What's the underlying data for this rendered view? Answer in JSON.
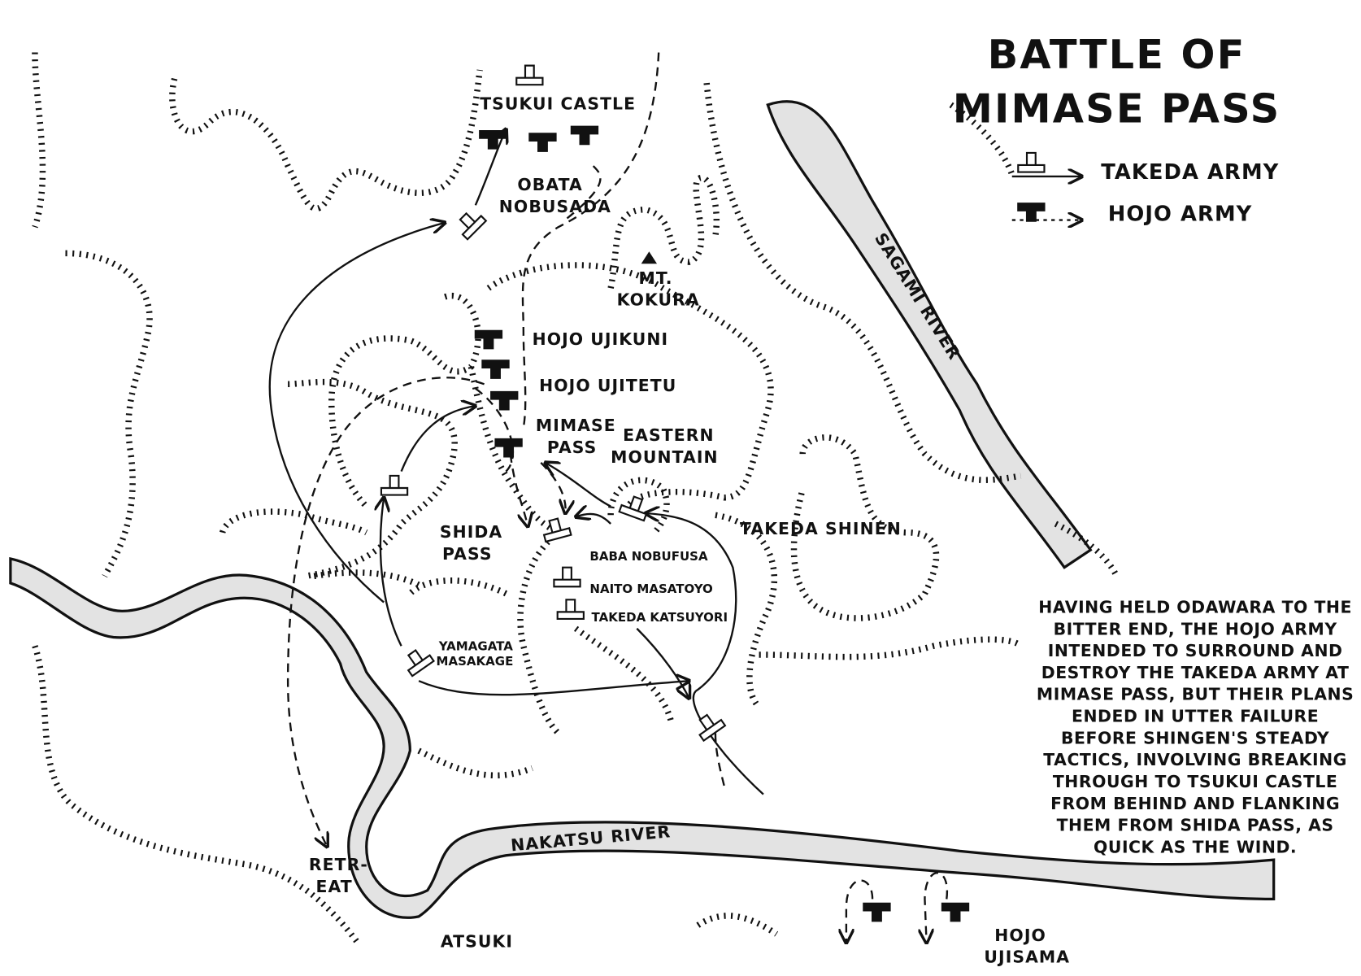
{
  "title_line1": "BATTLE OF",
  "title_line2": "MIMASE PASS",
  "legend": {
    "takeda": "TAKEDA ARMY",
    "hojo": "HOJO ARMY"
  },
  "labels": {
    "tsukui_castle": "TSUKUI CASTLE",
    "obata1": "OBATA",
    "obata2": "NOBUSADA",
    "kokura1": "MT.",
    "kokura2": "KOKURA",
    "ujikuni": "HOJO UJIKUNI",
    "ujitetu": "HOJO UJITETU",
    "mimase1": "MIMASE",
    "mimase2": "PASS",
    "eastern1": "EASTERN",
    "eastern2": "MOUNTAIN",
    "shinen": "TAKEDA SHINEN",
    "shida1": "SHIDA",
    "shida2": "PASS",
    "baba": "BABA NOBUFUSA",
    "naito": "NAITO MASATOYO",
    "katsuyori": "TAKEDA KATSUYORI",
    "yamagata1": "YAMAGATA",
    "yamagata2": "MASAKAGE",
    "sagami": "SAGAMI RIVER",
    "nakatsu": "NAKATSU RIVER",
    "retreat1": "RETR-",
    "retreat2": "EAT",
    "atsuki": "ATSUKI",
    "ujisama1": "HOJO",
    "ujisama2": "UJISAMA"
  },
  "note": [
    "HAVING HELD ODAWARA TO THE",
    "BITTER END, THE HOJO ARMY",
    "INTENDED TO SURROUND AND",
    "DESTROY THE TAKEDA ARMY AT",
    "MIMASE PASS, BUT THEIR PLANS",
    "ENDED IN UTTER FAILURE",
    "BEFORE SHINGEN'S STEADY",
    "TACTICS, INVOLVING BREAKING",
    "THROUGH TO TSUKUI CASTLE",
    "FROM BEHIND AND FLANKING",
    "THEM FROM SHIDA PASS, AS",
    "QUICK AS THE WIND."
  ],
  "colors": {
    "river": "#e3e3e3",
    "ink": "#111111"
  }
}
